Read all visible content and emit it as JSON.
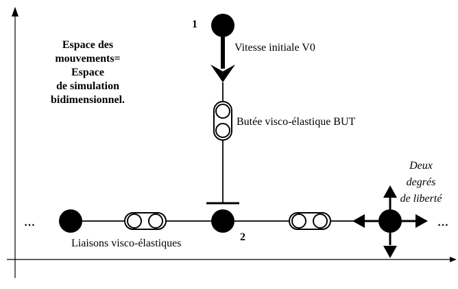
{
  "diagram": {
    "space_caption": [
      "Espace des",
      "mouvements=",
      "Espace",
      "de simulation",
      "bidimensionnel."
    ],
    "node1_label": "1",
    "node2_label": "2",
    "velocity_label": "Vitesse initiale V0",
    "buffer_label": "Butée visco-élastique BUT",
    "links_label": "Liaisons visco-élastiques",
    "dof_label": [
      "Deux",
      "degrés",
      "de liberté"
    ],
    "ellipsis_left": "…",
    "ellipsis_right": "…"
  }
}
